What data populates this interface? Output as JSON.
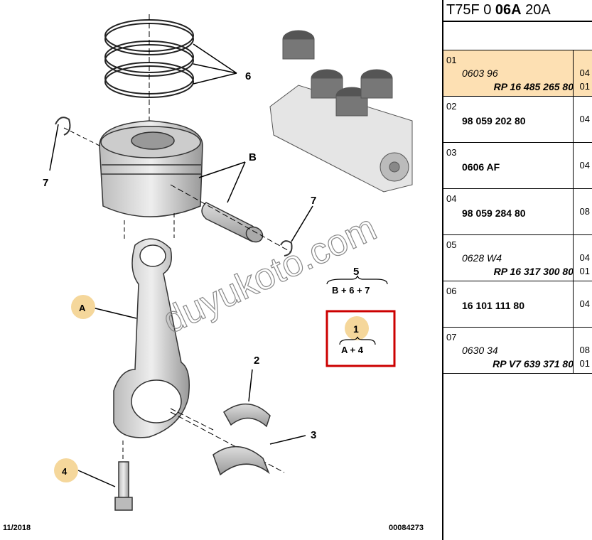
{
  "diagram": {
    "callouts": {
      "label_6": "6",
      "label_B": "B",
      "label_7a": "7",
      "label_7b": "7",
      "label_A": "A",
      "label_2": "2",
      "label_3": "3",
      "label_4": "4",
      "label_5": "5",
      "formula_5": "B + 6 + 7",
      "label_1": "1",
      "formula_1": "A + 4"
    },
    "watermark": "duyukoto.com",
    "footer_left": "11/2018",
    "footer_right": "00084273",
    "colors": {
      "callout_badge": "#f5d79b",
      "highlight_box": "#cc0000"
    }
  },
  "panel": {
    "title_prefix": "T75F 0 ",
    "title_bold": "06A",
    "title_suffix": " 20A",
    "rows": [
      {
        "index": "01",
        "ref": "0603 96",
        "ref_italic": true,
        "ref2": "RP 16 485 265 80",
        "qty1": "04",
        "qty2": "01",
        "selected": true
      },
      {
        "index": "02",
        "ref": "98 059 202 80",
        "ref_italic": false,
        "ref2": "",
        "qty1": "04",
        "qty2": "",
        "selected": false
      },
      {
        "index": "03",
        "ref": "0606 AF",
        "ref_italic": false,
        "ref2": "",
        "qty1": "04",
        "qty2": "",
        "selected": false
      },
      {
        "index": "04",
        "ref": "98 059 284 80",
        "ref_italic": false,
        "ref2": "",
        "qty1": "08",
        "qty2": "",
        "selected": false
      },
      {
        "index": "05",
        "ref": "0628 W4",
        "ref_italic": true,
        "ref2": "RP 16 317 300 80",
        "qty1": "04",
        "qty2": "01",
        "selected": false
      },
      {
        "index": "06",
        "ref": "16 101 111 80",
        "ref_italic": false,
        "ref2": "",
        "qty1": "04",
        "qty2": "",
        "selected": false
      },
      {
        "index": "07",
        "ref": "0630 34",
        "ref_italic": true,
        "ref2": "RP V7 639 371 80",
        "qty1": "08",
        "qty2": "01",
        "selected": false
      }
    ]
  }
}
